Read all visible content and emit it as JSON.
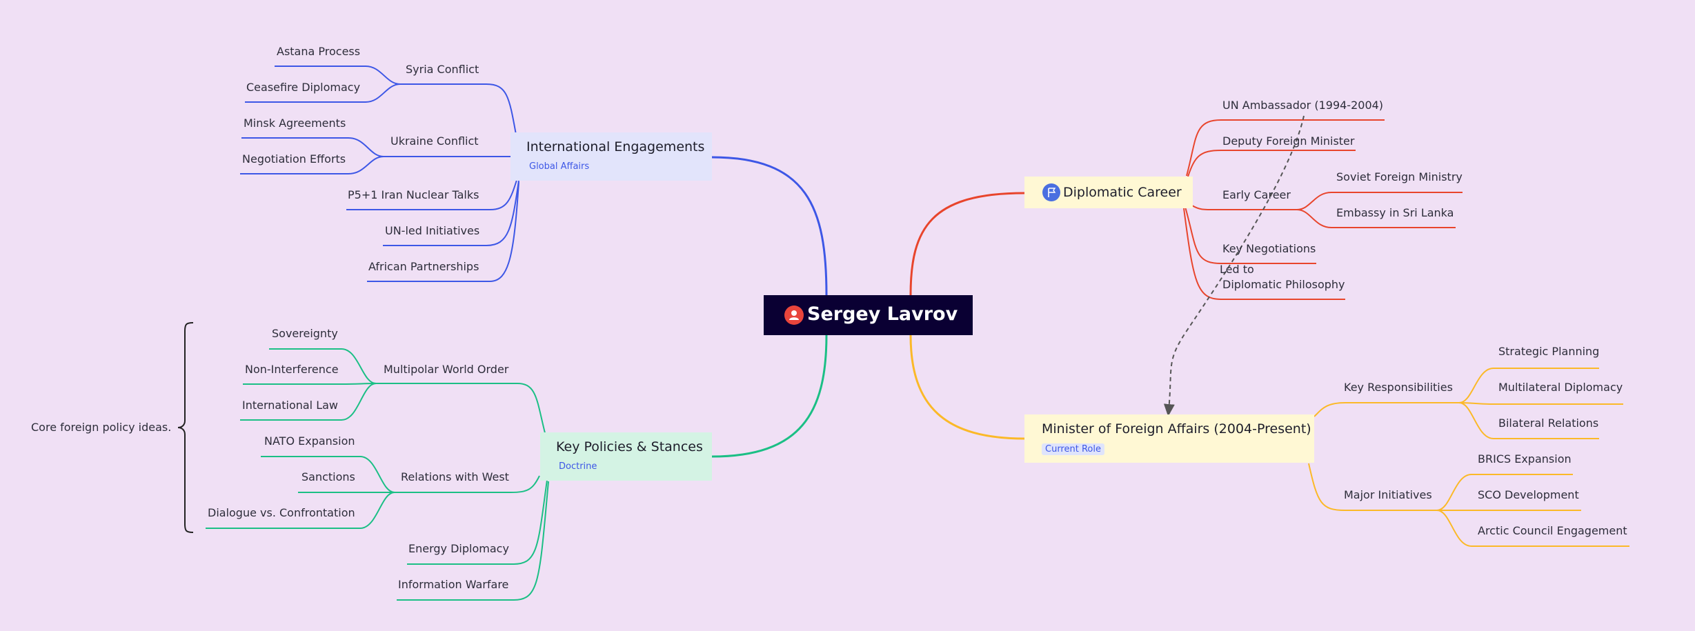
{
  "root": {
    "label": "Sergey Lavrov",
    "icon": "person-icon"
  },
  "colors": {
    "background": "#f0e0f5",
    "root_bg": "#0a0033",
    "career": "#e8452c",
    "foreign_minister": "#fbb928",
    "engagements": "#3d57e6",
    "policies": "#1bbf85"
  },
  "branches": {
    "career": {
      "label": "Diplomatic Career",
      "icon": "flag-icon",
      "children": [
        "UN Ambassador (1994-2004)",
        "Deputy Foreign Minister",
        "Early Career",
        "Key Negotiations",
        "Diplomatic Philosophy"
      ],
      "early_career": [
        "Soviet Foreign Ministry",
        "Embassy in Sri Lanka"
      ]
    },
    "minister": {
      "label": "Minister of Foreign Affairs (2004-Present)",
      "tag": "Current Role",
      "key_responsibilities": {
        "label": "Key Responsibilities",
        "items": [
          "Strategic Planning",
          "Multilateral Diplomacy",
          "Bilateral Relations"
        ]
      },
      "major_initiatives": {
        "label": "Major Initiatives",
        "items": [
          "BRICS Expansion",
          "SCO Development",
          "Arctic Council Engagement"
        ]
      }
    },
    "engagements": {
      "label": "International Engagements",
      "tag": "Global Affairs",
      "syria": {
        "label": "Syria Conflict",
        "items": [
          "Astana Process",
          "Ceasefire Diplomacy"
        ]
      },
      "ukraine": {
        "label": "Ukraine Conflict",
        "items": [
          "Minsk Agreements",
          "Negotiation Efforts"
        ]
      },
      "others": [
        "P5+1 Iran Nuclear Talks",
        "UN-led Initiatives",
        "African Partnerships"
      ]
    },
    "policies": {
      "label": "Key Policies & Stances",
      "tag": "Doctrine",
      "multipolar": {
        "label": "Multipolar World Order",
        "items": [
          "Sovereignty",
          "Non-Interference",
          "International Law"
        ]
      },
      "west": {
        "label": "Relations with West",
        "items": [
          "NATO Expansion",
          "Sanctions",
          "Dialogue vs. Confrontation"
        ]
      },
      "others": [
        "Energy Diplomacy",
        "Information Warfare"
      ]
    }
  },
  "annotations": {
    "relation_label": "Led to",
    "summary": "Core foreign policy ideas."
  }
}
